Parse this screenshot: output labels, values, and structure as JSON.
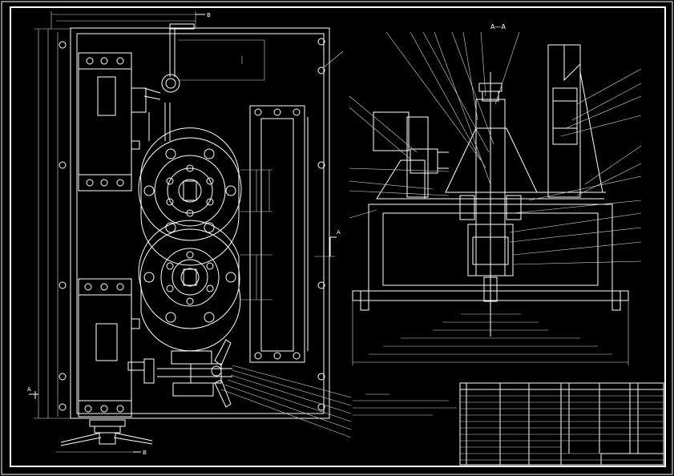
{
  "drawing": {
    "section_title": "A—A",
    "section_mark_a": "A",
    "section_mark_a2": "A",
    "section_mark_b": "B",
    "section_mark_b2": "B"
  },
  "colors": {
    "background": "#000000",
    "lines": "#ffffff"
  }
}
